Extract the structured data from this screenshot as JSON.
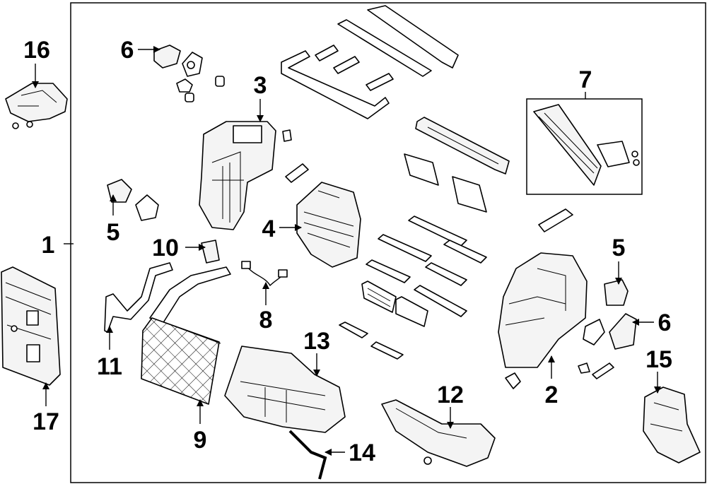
{
  "diagram": {
    "labels": [
      {
        "id": "1",
        "text": "1"
      },
      {
        "id": "2",
        "text": "2"
      },
      {
        "id": "3",
        "text": "3"
      },
      {
        "id": "4",
        "text": "4"
      },
      {
        "id": "5a",
        "text": "5"
      },
      {
        "id": "5b",
        "text": "5"
      },
      {
        "id": "6a",
        "text": "6"
      },
      {
        "id": "6b",
        "text": "6"
      },
      {
        "id": "7",
        "text": "7"
      },
      {
        "id": "8",
        "text": "8"
      },
      {
        "id": "9",
        "text": "9"
      },
      {
        "id": "10",
        "text": "10"
      },
      {
        "id": "11",
        "text": "11"
      },
      {
        "id": "12",
        "text": "12"
      },
      {
        "id": "13",
        "text": "13"
      },
      {
        "id": "14",
        "text": "14"
      },
      {
        "id": "15",
        "text": "15"
      },
      {
        "id": "16",
        "text": "16"
      },
      {
        "id": "17",
        "text": "17"
      }
    ]
  }
}
